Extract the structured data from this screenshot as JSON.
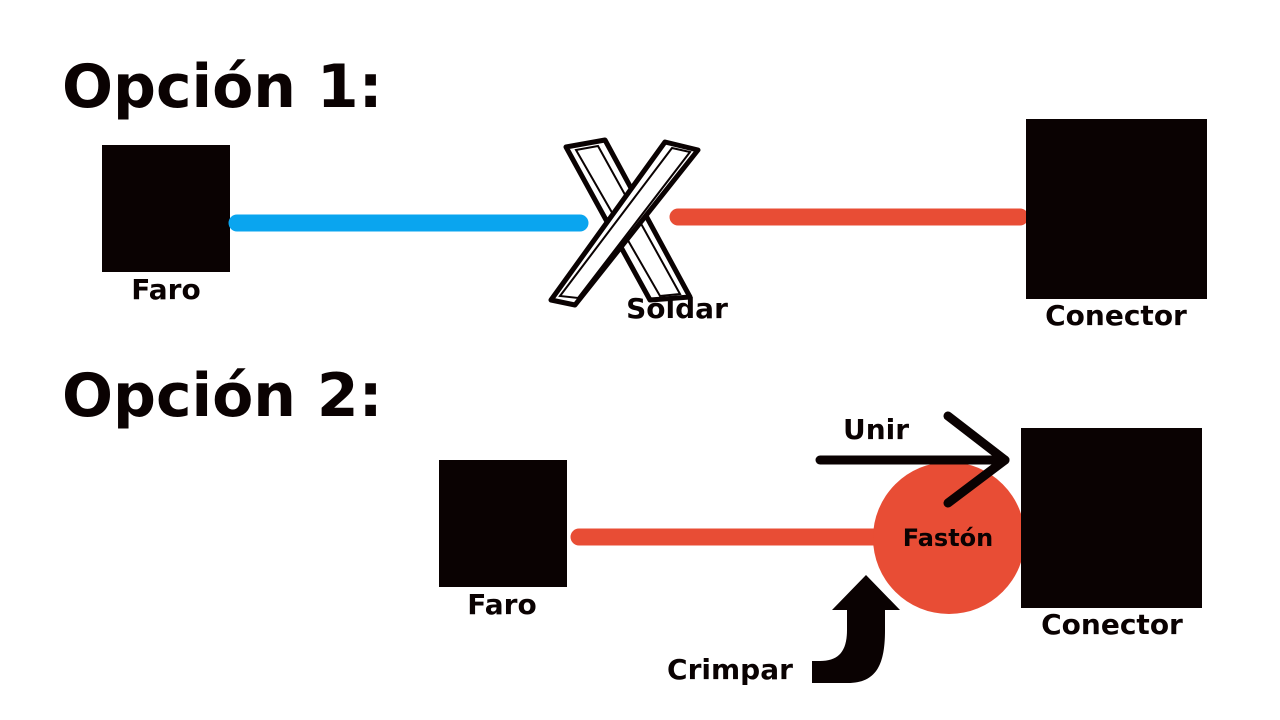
{
  "option1": {
    "heading": "Opción 1:",
    "box_left_label": "Faro",
    "joint_label": "Soldar",
    "box_right_label": "Conector"
  },
  "option2": {
    "heading": "Opción 2:",
    "box_left_label": "Faro",
    "terminal_label": "Fastón",
    "join_label": "Unir",
    "crimp_label": "Crimpar",
    "box_right_label": "Conector"
  },
  "colors": {
    "box": "#0a0202",
    "wire_blue": "#0aa5ef",
    "wire_red": "#e84d35",
    "background": "#ffffff"
  },
  "icons": {
    "joint_mark": "x-mark-icon",
    "join_arrow": "arrow-right-icon",
    "crimp_arrow": "curved-arrow-up-icon"
  }
}
